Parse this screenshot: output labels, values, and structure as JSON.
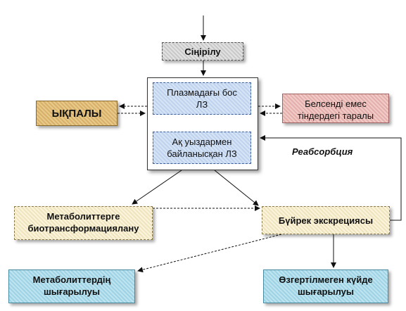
{
  "nodes": {
    "absorption": "Сіңірілу",
    "free_plasma_line1": "Плазмадағы бос",
    "free_plasma_line2": "ЛЗ",
    "bound_line1": "Ақ уыздармен",
    "bound_line2": "байланысқан ЛЗ",
    "effect": "ЫҚПАЛЫ",
    "tissue_line1": "Белсенді емес",
    "tissue_line2": "тіндердегі таралы",
    "biotrans_line1": "Метаболиттерге",
    "biotrans_line2": "биотрансформациялану",
    "renal": "Бүйрек экскрециясы",
    "metab_excr_line1": "Метаболиттердің",
    "metab_excr_line2": "шығарылуы",
    "unchanged_line1": "Өзгертілмеген күйде",
    "unchanged_line2": "шығарылуы"
  },
  "labels": {
    "reabsorption": "Реабсорбция"
  }
}
